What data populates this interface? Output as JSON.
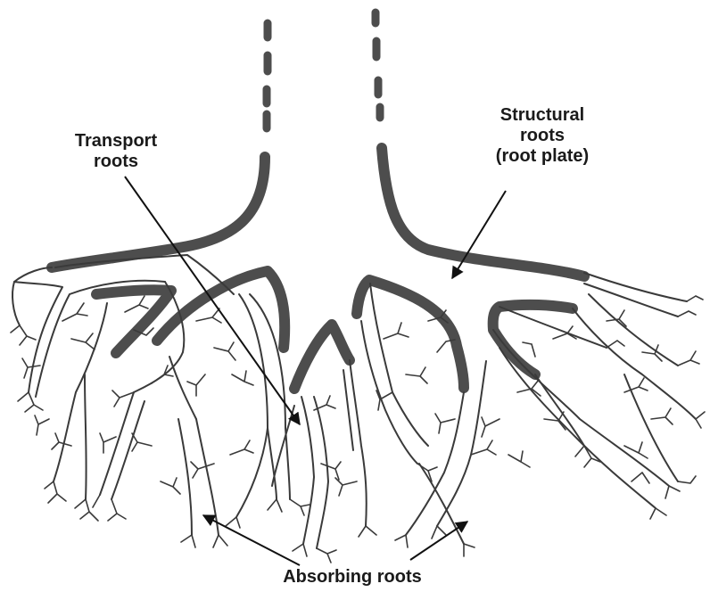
{
  "labels": {
    "transport": [
      "Transport",
      "roots"
    ],
    "structural": [
      "Structural",
      "roots",
      "(root plate)"
    ],
    "absorbing": "Absorbing roots"
  },
  "colors": {
    "stroke": "#3a3a3a",
    "thick": "#4d4d4d",
    "arrow": "#111111"
  }
}
